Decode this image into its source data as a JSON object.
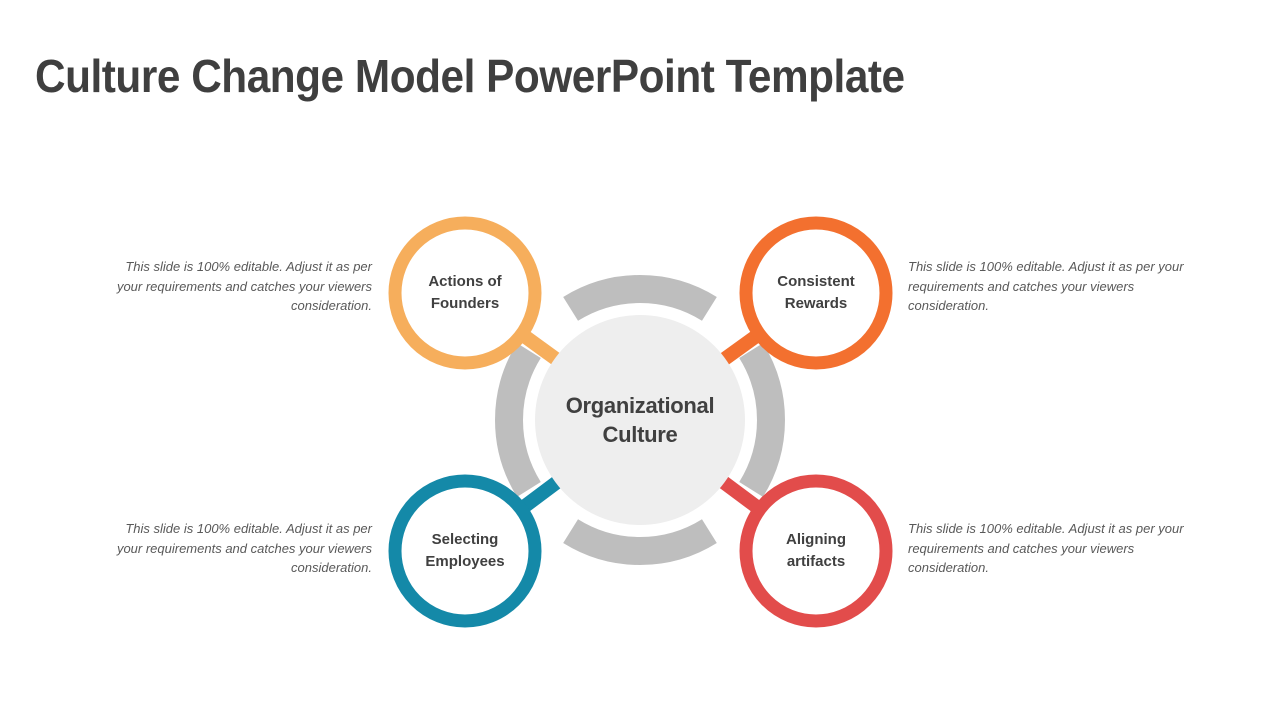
{
  "slide": {
    "title": "Culture Change Model PowerPoint Template",
    "background": "#FFFFFF"
  },
  "diagram": {
    "center": {
      "label_lines": [
        "Organizational",
        "Culture"
      ],
      "fill": "#EEEEEE",
      "arc_color": "#BEBEBE"
    },
    "nodes": [
      {
        "name": "actions-of-founders",
        "label_lines": [
          "Actions of",
          "Founders"
        ],
        "color": "#F6AE5C",
        "description": "This slide is 100% editable. Adjust it as per your requirements and catches your viewers consideration."
      },
      {
        "name": "consistent-rewards",
        "label_lines": [
          "Consistent",
          "Rewards"
        ],
        "color": "#F3702F",
        "description": "This slide is 100% editable. Adjust it as per your requirements and catches your viewers consideration."
      },
      {
        "name": "selecting-employees",
        "label_lines": [
          "Selecting",
          "Employees"
        ],
        "color": "#1489A8",
        "description": "This slide is 100% editable. Adjust it as per your requirements and catches your viewers consideration."
      },
      {
        "name": "aligning-artifacts",
        "label_lines": [
          "Aligning",
          "artifacts"
        ],
        "color": "#E24C4B",
        "description": "This slide is 100% editable. Adjust it as per your requirements and catches your viewers consideration."
      }
    ]
  }
}
